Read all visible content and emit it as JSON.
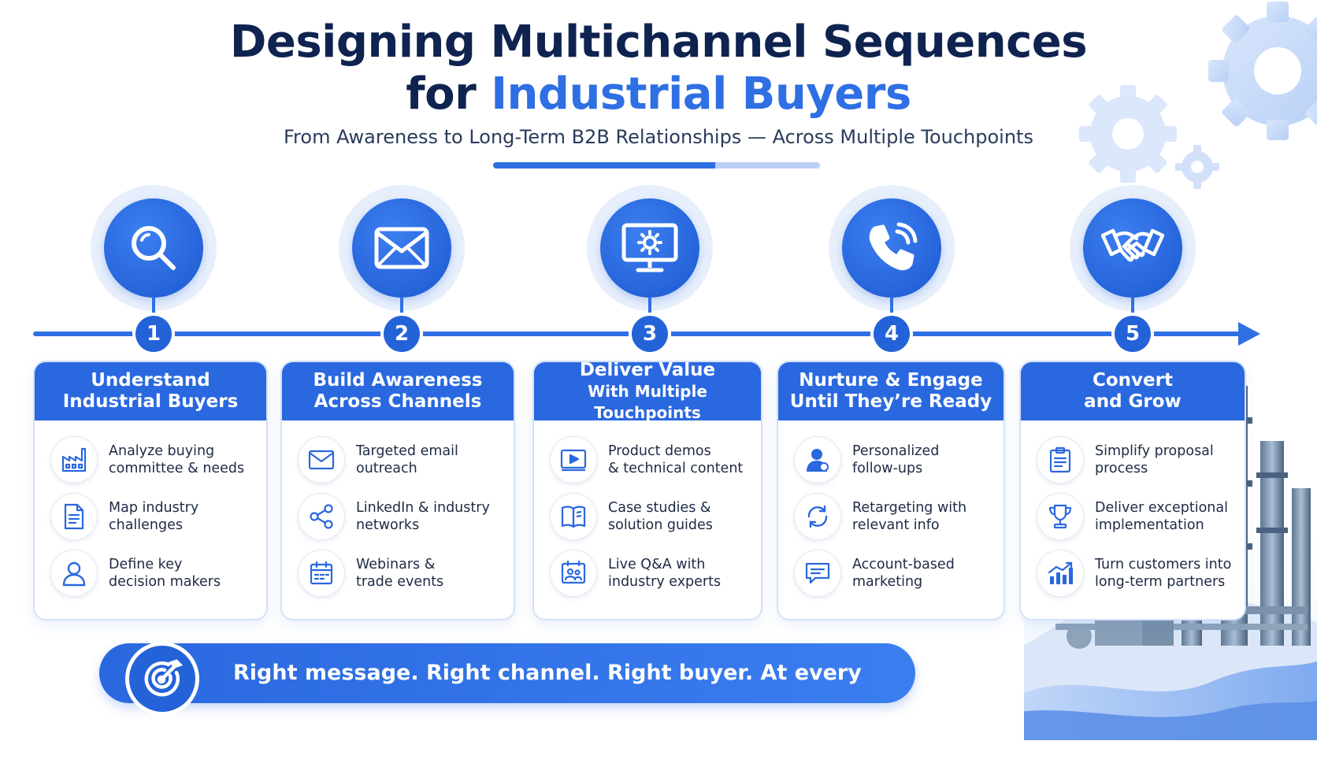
{
  "header": {
    "title_line1": "Designing Multichannel Sequences",
    "title_line2_prefix": "for",
    "title_line2_highlight": "Industrial Buyers",
    "subtitle": "From Awareness to Long-Term B2B Relationships — Across Multiple Touchpoints"
  },
  "colors": {
    "primary": "#2f6fe4",
    "dark_navy": "#0f2350",
    "card_header": "#2a68df",
    "halo": "#e7effc"
  },
  "stages": [
    {
      "number": "1",
      "icon": "magnifier-icon",
      "title_line1": "Understand",
      "title_line2": "Industrial Buyers",
      "items": [
        {
          "icon": "factory-icon",
          "text": "Analyze buying\ncommittee & needs"
        },
        {
          "icon": "document-icon",
          "text": "Map industry\nchallenges"
        },
        {
          "icon": "user-icon",
          "text": "Define key\ndecision makers"
        }
      ]
    },
    {
      "number": "2",
      "icon": "envelope-icon",
      "title_line1": "Build Awareness",
      "title_line2": "Across Channels",
      "items": [
        {
          "icon": "envelope-icon",
          "text": "Targeted email\noutreach"
        },
        {
          "icon": "share-icon",
          "text": "LinkedIn & industry\nnetworks"
        },
        {
          "icon": "calendar-icon",
          "text": "Webinars &\ntrade events"
        }
      ]
    },
    {
      "number": "3",
      "icon": "monitor-gear-icon",
      "title_line1": "Deliver Value",
      "title_line2": "With Multiple Touchpoints",
      "items": [
        {
          "icon": "play-icon",
          "text": "Product demos\n& technical content"
        },
        {
          "icon": "book-icon",
          "text": "Case studies &\nsolution guides"
        },
        {
          "icon": "presentation-icon",
          "text": "Live Q&A with\nindustry experts"
        }
      ]
    },
    {
      "number": "4",
      "icon": "phone-icon",
      "title_line1": "Nurture & Engage",
      "title_line2": "Until They’re Ready",
      "items": [
        {
          "icon": "person-icon",
          "text": "Personalized\nfollow-ups"
        },
        {
          "icon": "refresh-icon",
          "text": "Retargeting with\nrelevant info"
        },
        {
          "icon": "chat-icon",
          "text": "Account-based\nmarketing"
        }
      ]
    },
    {
      "number": "5",
      "icon": "handshake-icon",
      "title_line1": "Convert",
      "title_line2": "and Grow",
      "items": [
        {
          "icon": "clipboard-icon",
          "text": "Simplify proposal\nprocess"
        },
        {
          "icon": "trophy-icon",
          "text": "Deliver exceptional\nimplementation"
        },
        {
          "icon": "growth-chart-icon",
          "text": "Turn customers into\nlong-term partners"
        }
      ]
    }
  ],
  "tagline": {
    "icon": "target-icon",
    "text": "Right message. Right channel. Right buyer. At every stage."
  }
}
